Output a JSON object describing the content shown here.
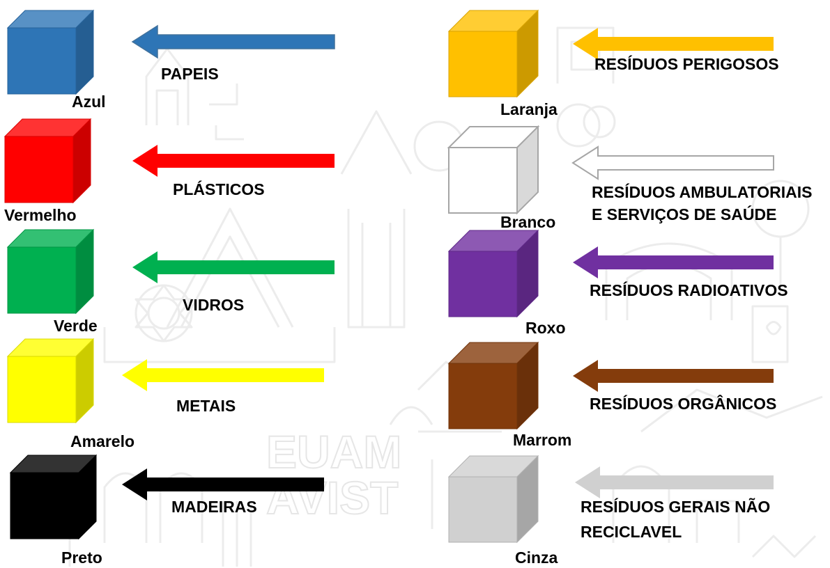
{
  "colors": {
    "azul": "#2e75b6",
    "vermelho": "#ff0000",
    "verde": "#00b050",
    "amarelo": "#ffff00",
    "preto": "#000000",
    "laranja": "#ffc000",
    "branco": "#ffffff",
    "roxo": "#7030a0",
    "marrom": "#843c0c",
    "cinza": "#d0d0d0"
  },
  "left_items": [
    {
      "color_name": "Azul",
      "material": "PAPEIS",
      "color": "#2e75b6",
      "icon": "blue-bin-cube-icon"
    },
    {
      "color_name": "Vermelho",
      "material": "PLÁSTICOS",
      "color": "#ff0000",
      "icon": "red-bin-cube-icon"
    },
    {
      "color_name": "Verde",
      "material": "VIDROS",
      "color": "#00b050",
      "icon": "green-bin-cube-icon"
    },
    {
      "color_name": "Amarelo",
      "material": "METAIS",
      "color": "#ffff00",
      "icon": "yellow-bin-cube-icon"
    },
    {
      "color_name": "Preto",
      "material": "MADEIRAS",
      "color": "#000000",
      "icon": "black-bin-cube-icon"
    }
  ],
  "right_items": [
    {
      "color_name": "Laranja",
      "material_lines": [
        "RESÍDUOS PERIGOSOS"
      ],
      "color": "#ffc000",
      "icon": "orange-bin-cube-icon"
    },
    {
      "color_name": "Branco",
      "material_lines": [
        "RESÍDUOS AMBULATORIAIS",
        "E SERVIÇOS DE SAÚDE"
      ],
      "color": "#ffffff",
      "icon": "white-bin-cube-icon"
    },
    {
      "color_name": "Roxo",
      "material_lines": [
        "RESÍDUOS RADIOATIVOS"
      ],
      "color": "#7030a0",
      "icon": "purple-bin-cube-icon"
    },
    {
      "color_name": "Marrom",
      "material_lines": [
        "RESÍDUOS ORGÂNICOS"
      ],
      "color": "#843c0c",
      "icon": "brown-bin-cube-icon"
    },
    {
      "color_name": "Cinza",
      "material_lines": [
        "RESÍDUOS GERAIS NÃO",
        "RECICLAVEL"
      ],
      "color": "#d0d0d0",
      "icon": "gray-bin-cube-icon"
    }
  ],
  "watermark_text": [
    "EUAM",
    "AVIST"
  ]
}
